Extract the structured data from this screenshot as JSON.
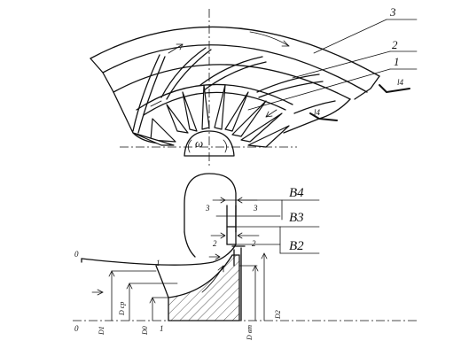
{
  "top_view": {
    "callouts": [
      "3",
      "2",
      "1"
    ],
    "section_marks": [
      "l4",
      "l4"
    ],
    "omega": "ω"
  },
  "section_view": {
    "planes": [
      "B4",
      "B3",
      "B2"
    ],
    "station_marks": [
      "3",
      "3",
      "2",
      "2",
      "1"
    ],
    "axis_labels": [
      "0",
      "0"
    ],
    "diameters": [
      "D1",
      "D cp",
      "D0",
      "1",
      "D вт",
      "D2"
    ]
  }
}
